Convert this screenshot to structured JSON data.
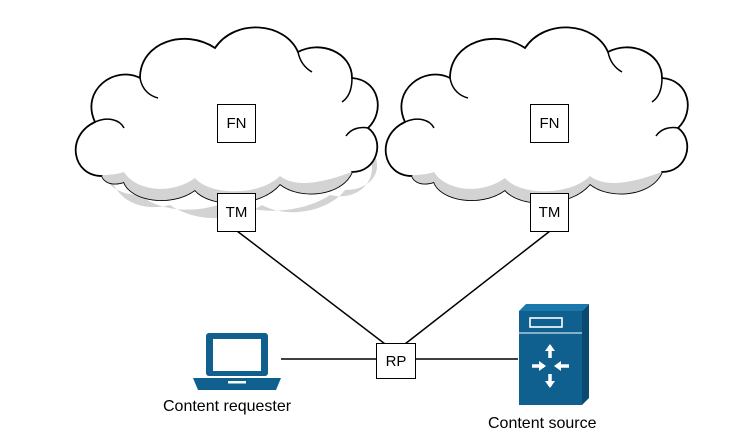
{
  "clouds": [
    {
      "fn_label": "FN",
      "tm_label": "TM"
    },
    {
      "fn_label": "FN",
      "tm_label": "TM"
    }
  ],
  "rendezvous": {
    "label": "RP"
  },
  "requester": {
    "label": "Content requester"
  },
  "source": {
    "label": "Content source"
  },
  "colors": {
    "device_blue": "#0f5f8f",
    "device_blue_dark": "#0b4a70",
    "cloud_shadow": "#d3d3d3"
  }
}
